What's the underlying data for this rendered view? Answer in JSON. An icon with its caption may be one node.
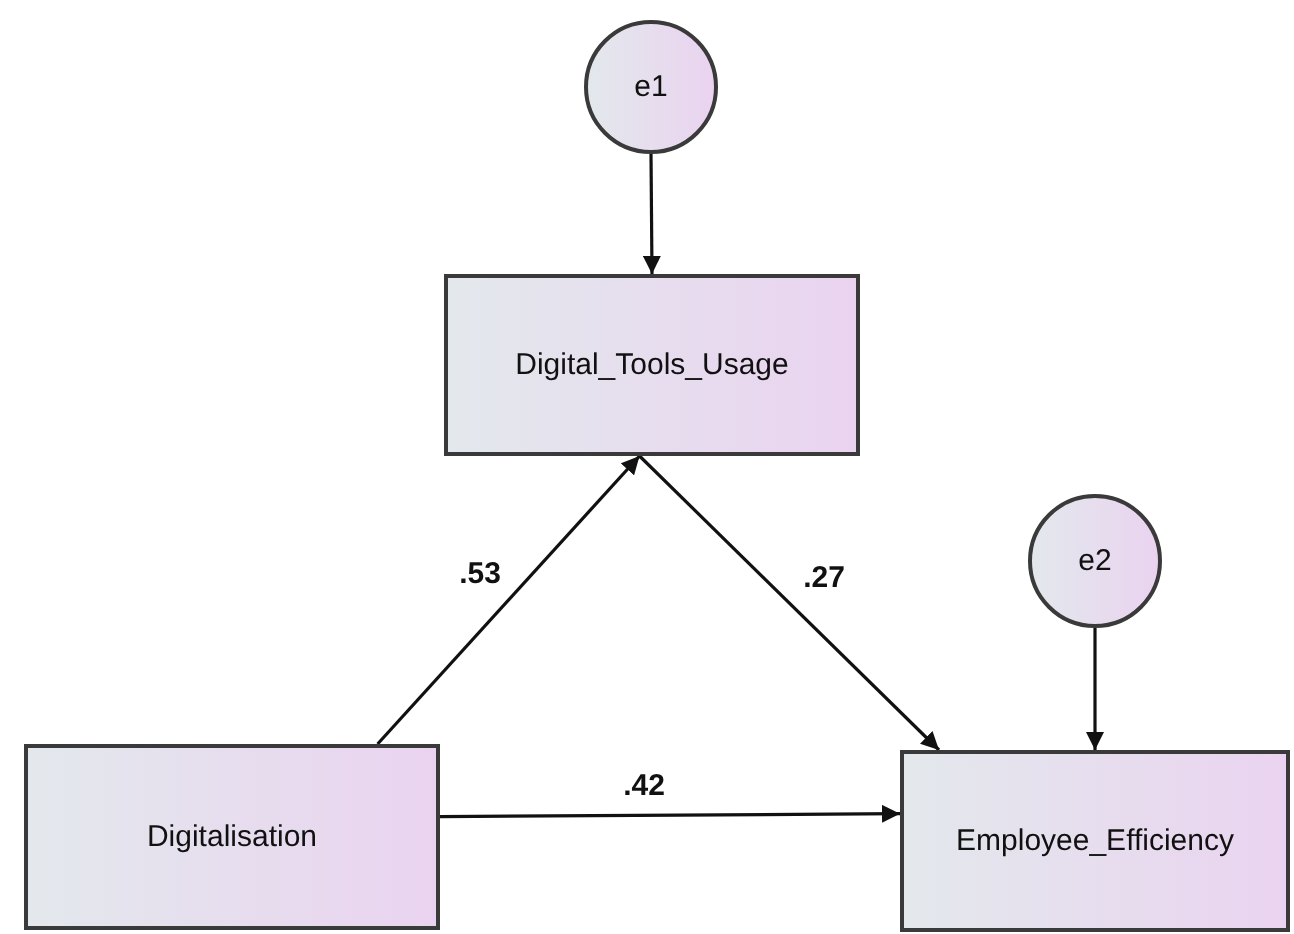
{
  "diagram": {
    "nodes": [
      {
        "text": [
          "e1"
        ]
      },
      {
        "text": [
          "Digital_Tools_Usage"
        ]
      },
      {
        "text": [
          "e2"
        ]
      },
      {
        "text": [
          "Digitalisation"
        ]
      },
      {
        "text": [
          "Employee_Efficiency"
        ]
      }
    ],
    "edges": [
      {
        "from": 0,
        "to": 1,
        "arrow": "to"
      },
      {
        "from": 3,
        "to": 1,
        "arrow": "to",
        "label": ".53"
      },
      {
        "from": 1,
        "to": 4,
        "arrow": "to",
        "label": ".27"
      },
      {
        "from": 2,
        "to": 4,
        "arrow": "to"
      },
      {
        "from": 3,
        "to": 4,
        "arrow": "to",
        "label": ".42"
      }
    ]
  }
}
